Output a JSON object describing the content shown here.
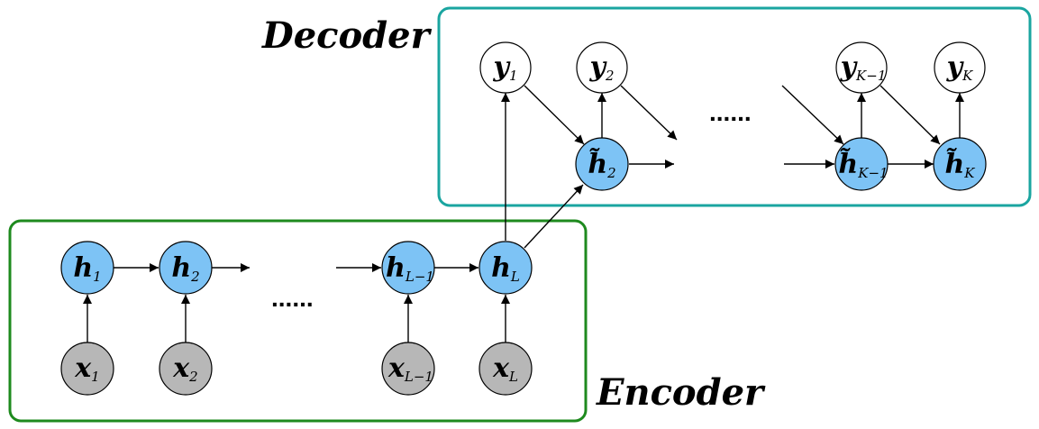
{
  "labels": {
    "decoder": "Decoder",
    "encoder": "Encoder",
    "encoder_ellipsis": "......",
    "decoder_ellipsis": "......"
  },
  "colors": {
    "hidden_node": "#7dc3f5",
    "input_node": "#b7b7b7",
    "output_node": "#ffffff",
    "encoder_border": "#1e8a1e",
    "decoder_border": "#1aa5a0"
  },
  "encoder": {
    "hidden": [
      {
        "main": "h",
        "sub": "1"
      },
      {
        "main": "h",
        "sub": "2"
      },
      {
        "main": "h",
        "sub": "L−1"
      },
      {
        "main": "h",
        "sub": "L"
      }
    ],
    "inputs": [
      {
        "main": "x",
        "sub": "1"
      },
      {
        "main": "x",
        "sub": "2"
      },
      {
        "main": "x",
        "sub": "L−1"
      },
      {
        "main": "x",
        "sub": "L"
      }
    ]
  },
  "decoder": {
    "hidden": [
      {
        "main": "h̃",
        "sub": "2"
      },
      {
        "main": "h̃",
        "sub": "K−1"
      },
      {
        "main": "h̃",
        "sub": "K"
      }
    ],
    "outputs": [
      {
        "main": "y",
        "sub": "1"
      },
      {
        "main": "y",
        "sub": "2"
      },
      {
        "main": "y",
        "sub": "K−1"
      },
      {
        "main": "y",
        "sub": "K"
      }
    ]
  }
}
